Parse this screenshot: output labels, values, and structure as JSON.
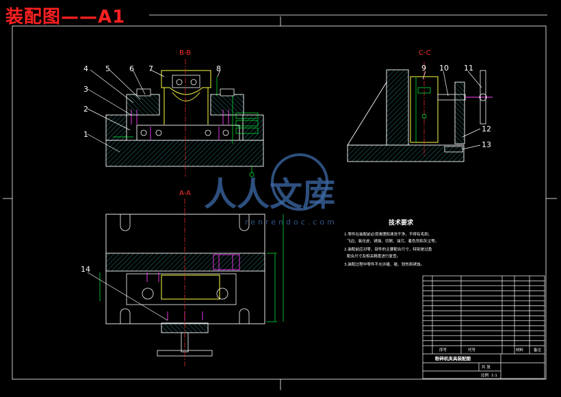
{
  "drawing_title": "装配图——A1",
  "views": {
    "bb": "B-B",
    "cc": "C-C",
    "aa": "A-A"
  },
  "part_numbers": [
    "1",
    "2",
    "3",
    "4",
    "5",
    "6",
    "7",
    "8",
    "9",
    "10",
    "11",
    "12",
    "13",
    "14"
  ],
  "tech_requirements": {
    "title": "技术要求",
    "lines": [
      "1.零件在装配前必须清理和清洗干净，不得有毛刺、",
      "飞边、氧化皮、锈蚀、切屑、油污、着色剂和灰尘等。",
      "2.装配前应对零、部件的主要配合尺寸，特别是过盈",
      "配合尺寸及相关精度进行复查。",
      "3.装配过程中零件不允许磕、碰、划伤和锈蚀。"
    ]
  },
  "title_block": {
    "drawing_name": "粉碎机夹具装配图",
    "header_seq": "序号",
    "header_code": "代号",
    "header_material": "材料",
    "header_remark": "备注",
    "scale_label": "比例",
    "scale_value": "1:1",
    "sheet_label": "共 张"
  },
  "watermark": {
    "text": "人人文库",
    "url": "renrendoc.com"
  },
  "colors": {
    "outline": "#ffffff",
    "hatch": "#2fa0a0",
    "centerline": "#ff3030",
    "dimension": "#00ff40",
    "bolt": "#ff40ff",
    "hidden": "#ff60ff",
    "title": "#ff2020"
  }
}
